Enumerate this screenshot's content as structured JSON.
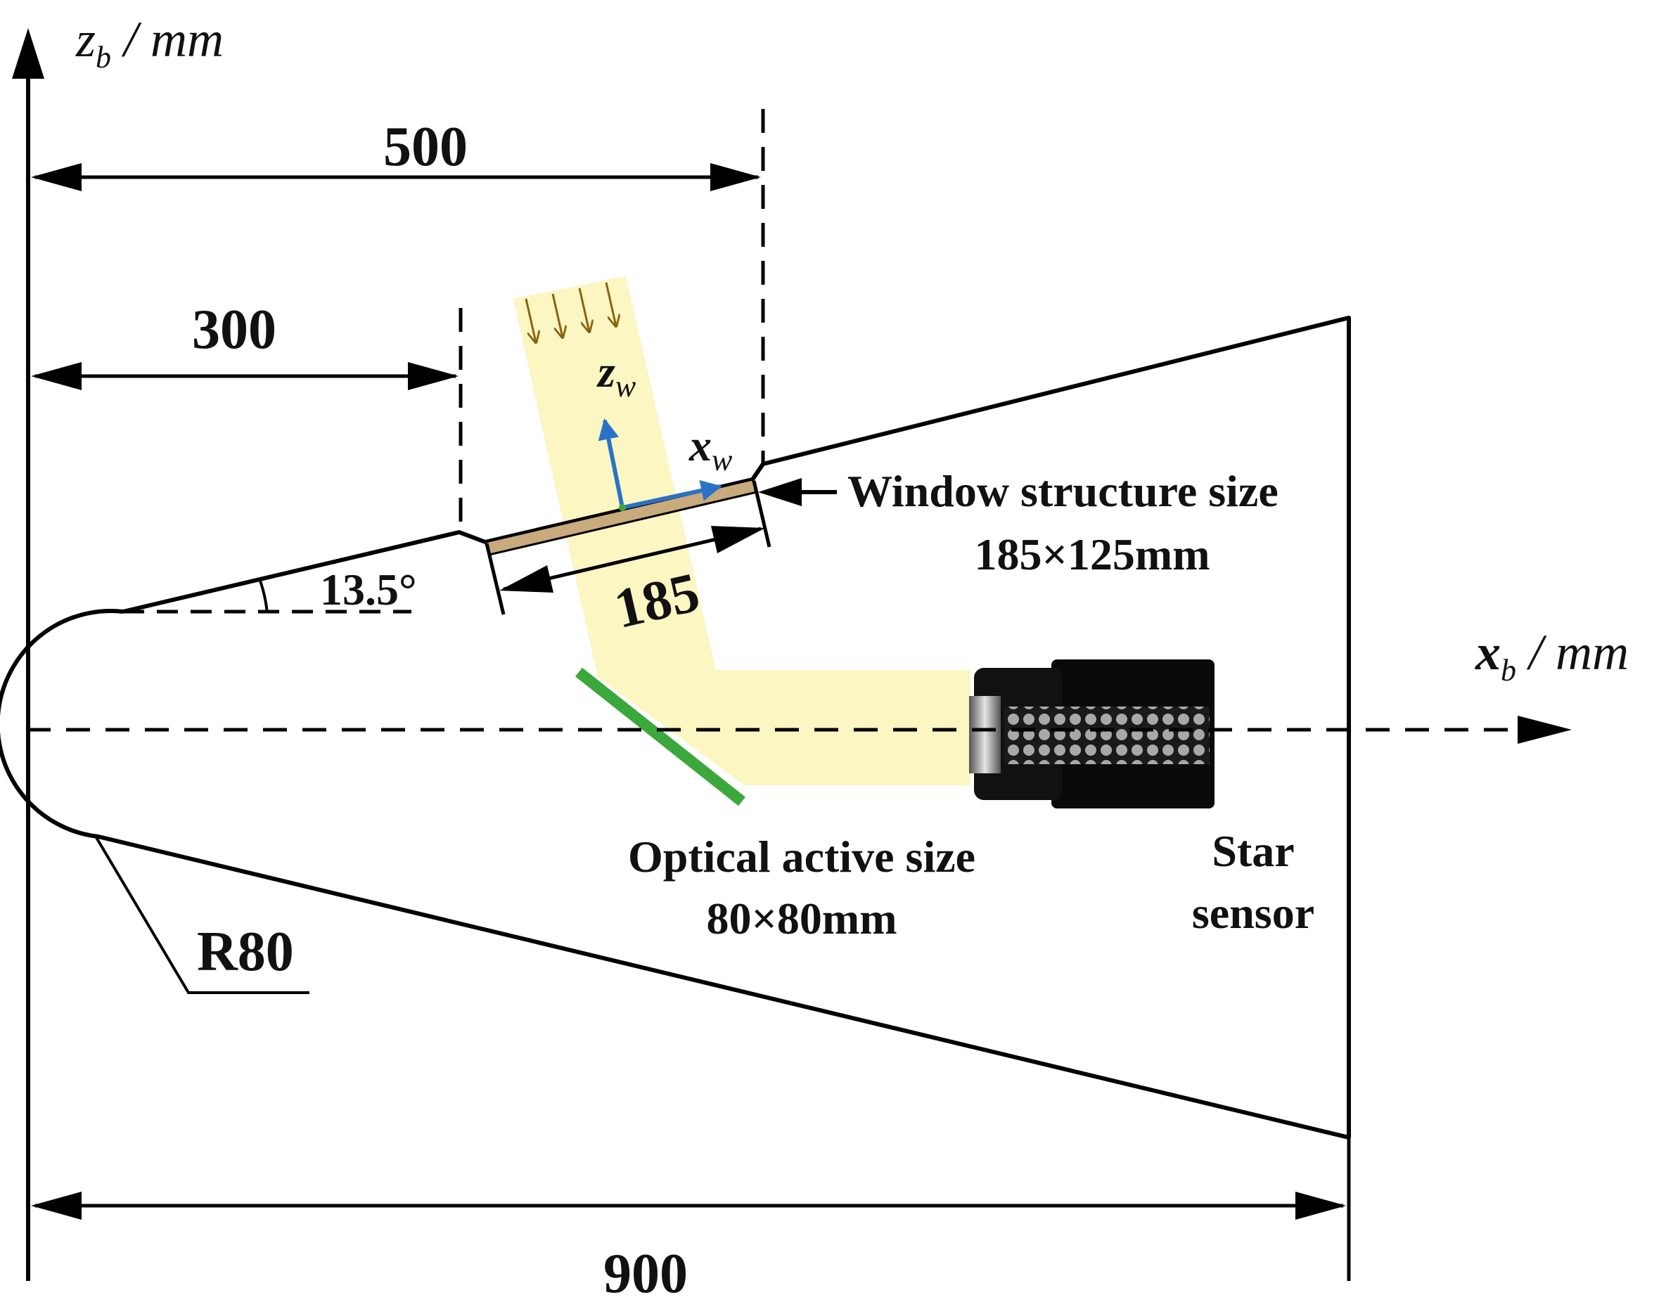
{
  "axes": {
    "z_axis": {
      "symbol": "z",
      "subscript": "b",
      "unit": "/ mm"
    },
    "x_axis": {
      "symbol": "x",
      "subscript": "b",
      "unit": "/ mm"
    }
  },
  "dimensions": {
    "width_total": "900",
    "window_far_edge": "500",
    "window_near_edge": "300",
    "window_length": "185",
    "cone_angle": "13.5°",
    "nose_radius": "R80"
  },
  "window_frame": {
    "x_axis": {
      "symbol": "x",
      "subscript": "w"
    },
    "z_axis": {
      "symbol": "z",
      "subscript": "w"
    }
  },
  "annotations": {
    "window_title": "Window structure size",
    "window_size": "185×125mm",
    "optical_title": "Optical active size",
    "optical_size": "80×80mm",
    "sensor_line1": "Star",
    "sensor_line2": "sensor"
  },
  "colors": {
    "outline": "#000000",
    "light_beam": "#fbf6c2",
    "window_glass": "#c8aa7c",
    "mirror": "#3aa83a",
    "frame_axes": "#2a72c8",
    "incoming_rays": "#8a6410"
  },
  "icons": {
    "incoming_light": "down-arrows-icon",
    "star_sensor": "camera-lens-icon"
  }
}
